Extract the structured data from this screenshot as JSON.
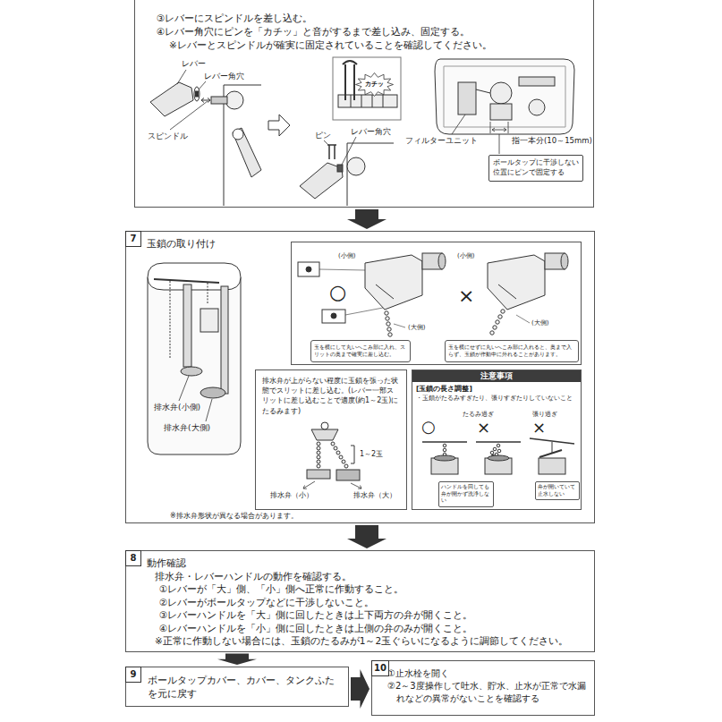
{
  "diagram": {
    "nodes": [
      {
        "text": [
          "③レバーにスピンドルを差し込む。",
          "④レバー角穴にピンを「カチッ」と音がするまで差し込み、固定する。",
          "※レバーとスピンドルが確実に固定されていることを確認してください。"
        ]
      },
      {
        "text": [
          "ボールタップに干渉しない位置にピンで固定する"
        ],
        "in": 0
      },
      {
        "text": [
          "玉鎖の取り付け"
        ]
      },
      {
        "text": [
          "7"
        ],
        "in": 2
      },
      {
        "text": [
          "(小側)",
          "(大側)",
          "(小側)",
          "(大側)"
        ],
        "in": 2
      },
      {
        "text": [
          "玉を横にして丸いへこみ部に入れ、スリットの奥まで確実に差し込む。"
        ],
        "in": 4
      },
      {
        "text": [
          "玉を横にせずに丸いへこみ部に入れると、奥まで入らず、玉鎖が作動中に外れることがあります。"
        ],
        "in": 4
      },
      {
        "text": [
          "排水弁が上がらない程度に玉鎖を張った状態でスリットに差し込む。(レバー一部スリットに差し込むことで適度(約1～2玉)にたるみます)"
        ],
        "in": 2
      },
      {
        "text": [
          "注意事項",
          "[玉鎖の長さ調整]",
          "・玉鎖がたるみすぎたり、張りすぎたりしていないこと"
        ],
        "in": 2
      },
      {
        "text": [
          "ハンドルを回しても弁が開かず洗浄しない"
        ],
        "in": 8
      },
      {
        "text": [
          "弁が開いていて止水しない"
        ],
        "in": 8
      },
      {
        "text": [
          "動作確認",
          "排水弁・レバーハンドルの動作を確認する。",
          "①レバーが「大」側、「小」側へ正常に作動すること。",
          "②レバーがボールタップなどに干渉しないこと。",
          "③レバーハンドルを「大」側に回したときは上下両方の弁が開くこと。",
          "④レバーハンドルを「小」側に回したときは上側の弁のみが開くこと。",
          "※正常に作動しない場合には、玉鎖のたるみが1～2玉ぐらいになるように調節してください。"
        ]
      },
      {
        "text": [
          "8"
        ],
        "in": 11
      },
      {
        "text": [
          "ボールタップカバー、カバー、タンクふたを元に戻す"
        ]
      },
      {
        "text": [
          "9"
        ],
        "in": 13
      },
      {
        "text": [
          "①止水栓を開く",
          "②2～3度操作して吐水、貯水、止水が正常で水漏れなどの異常がないことを確認する"
        ]
      },
      {
        "text": [
          "10"
        ],
        "in": 15
      }
    ],
    "edges": [
      {
        "from": 0,
        "to": 2,
        "arrow": "to"
      },
      {
        "from": 2,
        "to": 11,
        "arrow": "to"
      },
      {
        "from": 11,
        "to": 13,
        "arrow": "to"
      },
      {
        "from": 13,
        "to": 15,
        "arrow": "to"
      }
    ],
    "labels": [
      "レバー",
      "レバー角穴",
      "カチッ",
      "ピン",
      "レバー角穴",
      "スピンドル",
      "フィルターユニット",
      "指一本分(10～15mm)",
      "排水弁(小側)",
      "排水弁(大側)",
      "○",
      "×",
      "1～2玉",
      "排水弁（小）",
      "排水弁（大）",
      "たるみ過ぎ",
      "張り過ぎ",
      "○",
      "×",
      "×",
      "※排水弁形状が異なる場合があります。"
    ]
  }
}
